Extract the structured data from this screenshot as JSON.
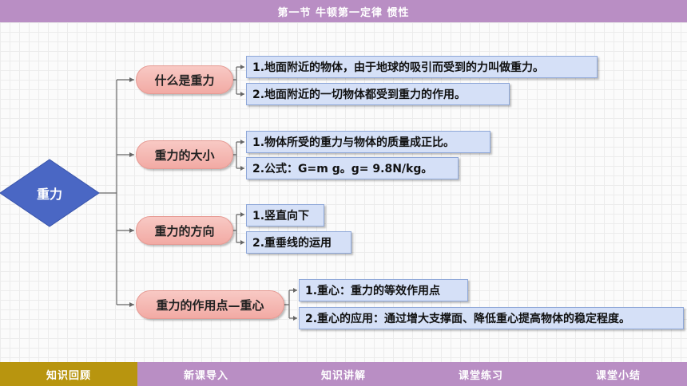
{
  "header": {
    "title": "第一节  牛顿第一定律  惯性"
  },
  "colors": {
    "bar": "#b98ec4",
    "active_tab": "#b8950f",
    "root": "#4a67c4",
    "branch": "#f2aaa4",
    "leaf": "#d5e0f7"
  },
  "mindmap": {
    "root": "重力",
    "branches": [
      {
        "label": "什么是重力",
        "leaves": [
          "1.地面附近的物体，由于地球的吸引而受到的力叫做重力。",
          "2.地面附近的一切物体都受到重力的作用。"
        ]
      },
      {
        "label": "重力的大小",
        "leaves": [
          "1.物体所受的重力与物体的质量成正比。",
          "2.公式：G=m g。g= 9.8N/kg。"
        ]
      },
      {
        "label": "重力的方向",
        "leaves": [
          "1.竖直向下",
          "2.重垂线的运用"
        ]
      },
      {
        "label": "重力的作用点—重心",
        "leaves": [
          "1.重心：重力的等效作用点",
          "2.重心的应用：通过增大支撑面、降低重心提高物体的稳定程度。"
        ]
      }
    ]
  },
  "nav": {
    "tabs": [
      "知识回顾",
      "新课导入",
      "知识讲解",
      "课堂练习",
      "课堂小结"
    ]
  }
}
